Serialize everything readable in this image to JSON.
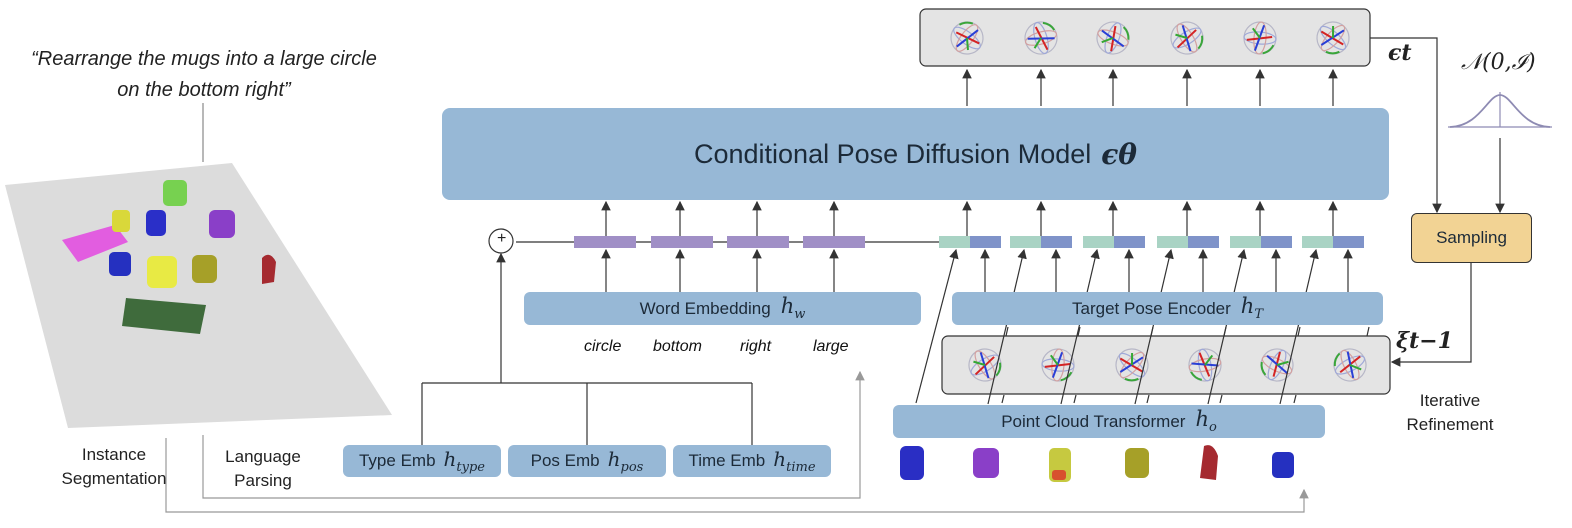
{
  "instruction": {
    "line1": "“Rearrange the mugs into a large circle",
    "line2": "on the bottom right”"
  },
  "main_model": {
    "label": "Conditional Pose Diffusion Model",
    "symbol": "ϵθ"
  },
  "word_embedding": {
    "label": "Word Embedding",
    "symbol": "h",
    "sub": "w"
  },
  "target_pose_encoder": {
    "label": "Target Pose Encoder",
    "symbol": "h",
    "sub": "T"
  },
  "point_cloud_transformer": {
    "label": "Point Cloud Transformer",
    "symbol": "h",
    "sub": "o"
  },
  "embeddings": {
    "type": {
      "label": "Type Emb",
      "symbol": "h",
      "sub": "type"
    },
    "pos": {
      "label": "Pos Emb",
      "symbol": "h",
      "sub": "pos"
    },
    "time": {
      "label": "Time Emb",
      "symbol": "h",
      "sub": "time"
    }
  },
  "words": [
    "circle",
    "bottom",
    "right",
    "large"
  ],
  "sampling": {
    "label": "Sampling"
  },
  "symbols": {
    "eps_t": "ϵt",
    "xi_t1": "ξt−1",
    "normal": "𝒩(0,ℐ)",
    "plus": "+"
  },
  "captions": {
    "instance_seg_1": "Instance",
    "instance_seg_2": "Segmentation",
    "lang_parse_1": "Language",
    "lang_parse_2": "Parsing",
    "iter_ref_1": "Iterative",
    "iter_ref_2": "Refinement"
  },
  "colors": {
    "block_blue": "#97b8d6",
    "token_purple": "#a08fc6",
    "token_green": "#a9d3c4",
    "token_indigo": "#7f93c9",
    "sampling_fill": "#f2d394",
    "pose_panel": "#e4e4e4"
  }
}
